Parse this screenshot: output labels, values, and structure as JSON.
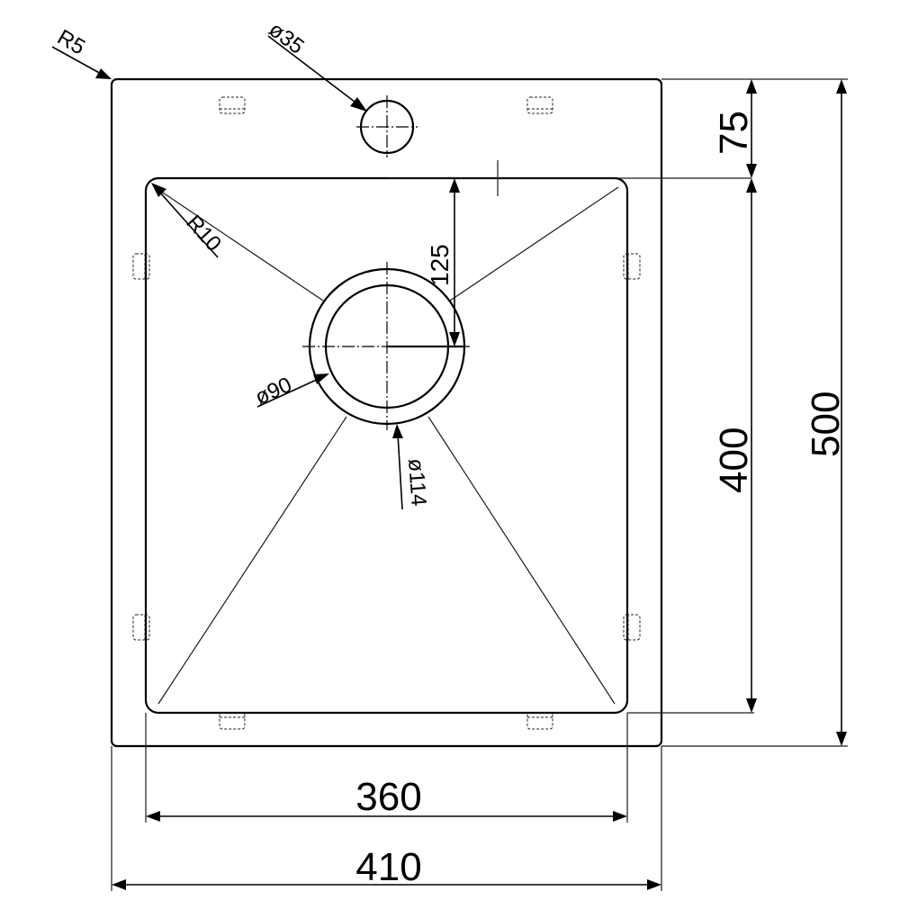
{
  "dimensions": {
    "corner_radius_outer": "R5",
    "faucet_hole_diameter": "ø35",
    "corner_radius_inner": "R10",
    "drain_offset": "125",
    "drain_inner_diameter": "ø90",
    "drain_outer_diameter": "ø114",
    "top_margin": "75",
    "bowl_depth": "400",
    "overall_depth": "500",
    "bowl_width": "360",
    "overall_width": "410"
  }
}
